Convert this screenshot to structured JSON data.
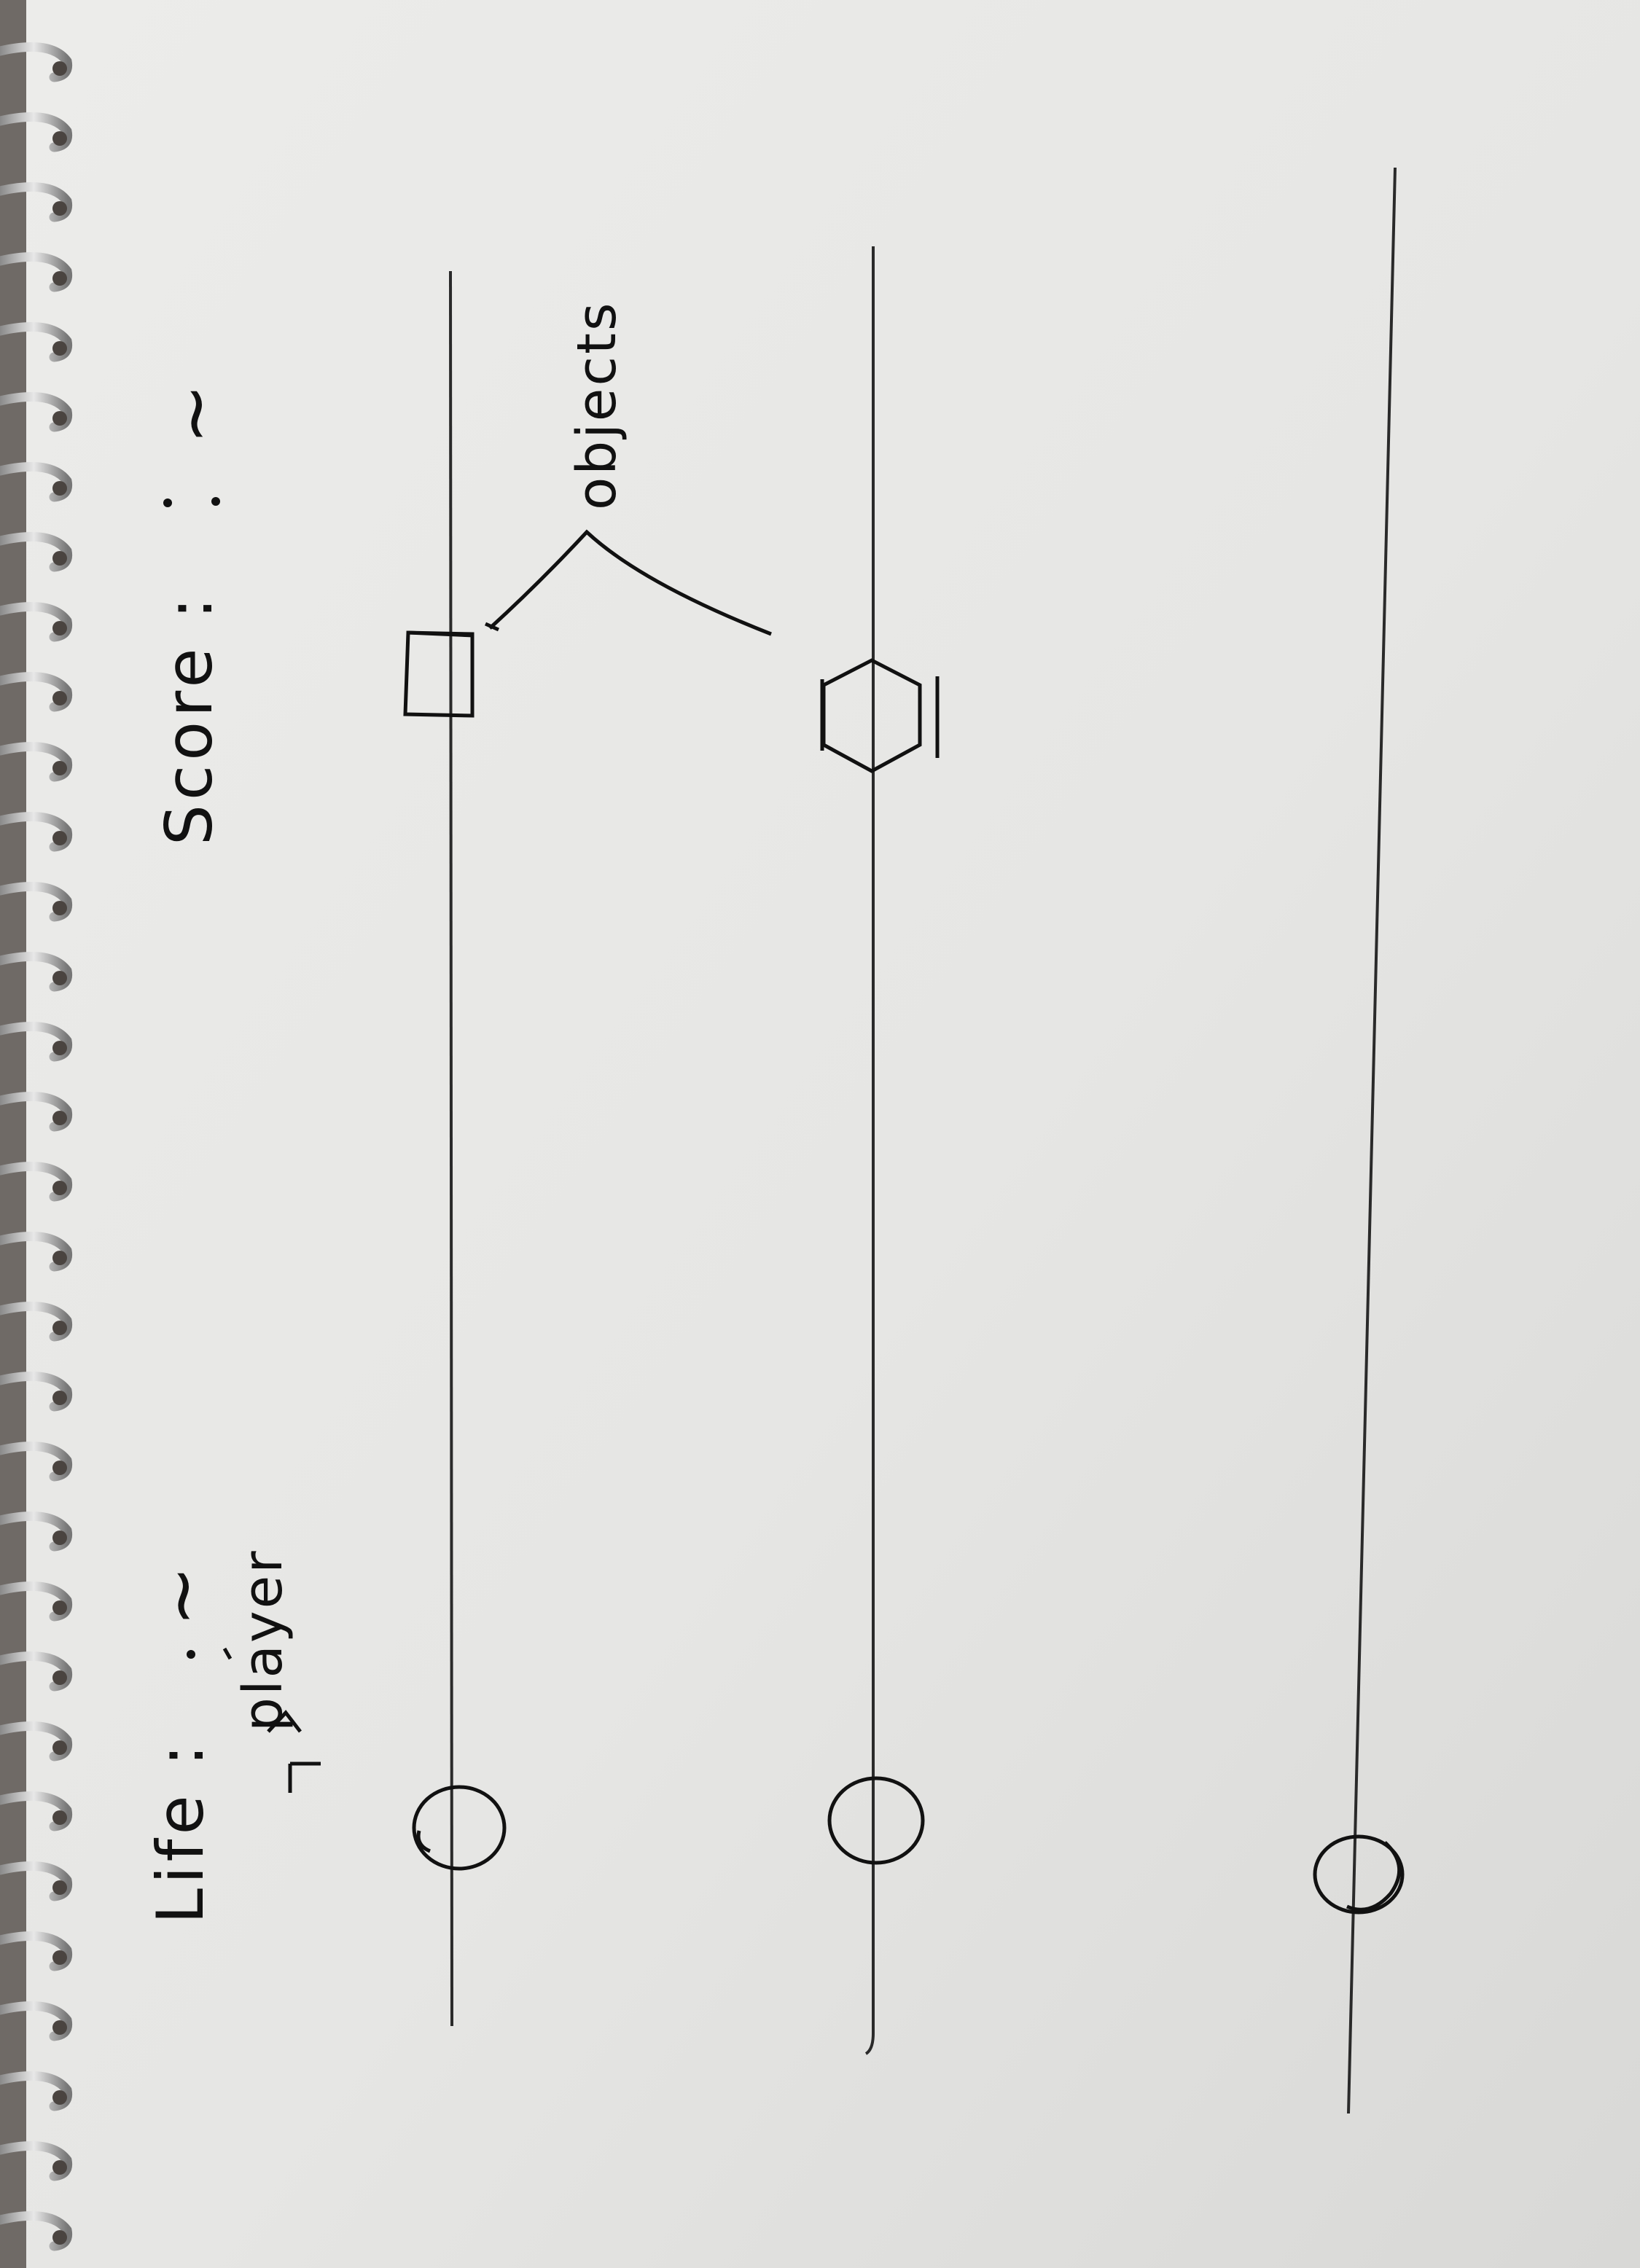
{
  "hud": {
    "life_label": "Life :",
    "life_value": "~",
    "score_label": "Score :",
    "score_value": "~"
  },
  "annotations": {
    "player_label": "player",
    "objects_label": "objects"
  },
  "lanes": [
    {
      "player": "circle",
      "object": "square"
    },
    {
      "player": "circle",
      "object": "hexagon"
    },
    {
      "player": "circle",
      "object": null
    }
  ],
  "colors": {
    "paper": "#e9e9e7",
    "ink": "#111111",
    "lane_line": "#2a2a2a",
    "spiral": "#b8b8b8"
  },
  "icons": {
    "player": "circle-icon",
    "object_1": "square-icon",
    "object_2": "hexagon-icon"
  }
}
